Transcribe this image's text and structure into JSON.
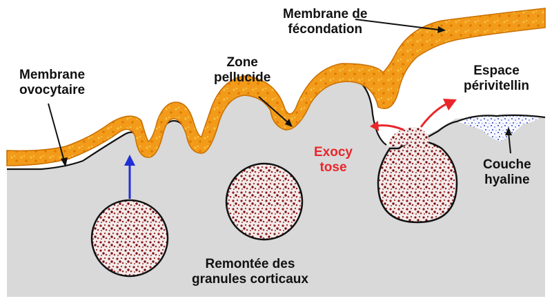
{
  "labels": {
    "membrane_fecondation": [
      "Membrane de",
      "fécondation"
    ],
    "zone_pellucide": [
      "Zone",
      "pellucide"
    ],
    "membrane_ovocytaire": [
      "Membrane",
      "ovocytaire"
    ],
    "espace_perivitellin": [
      "Espace",
      "périvitellin"
    ],
    "exocytose": [
      "Exocy",
      "tose"
    ],
    "couche_hyaline": [
      "Couche",
      "hyaline"
    ],
    "remontee_granules": [
      "Remontée des",
      "granules corticaux"
    ]
  },
  "colors": {
    "cytoplasm": "#d9d9d9",
    "zona_fill": "#f29b1a",
    "zona_edge": "#c96e00",
    "membrane": "#111111",
    "granule_dot": "#8b1a1a",
    "hyaline_dot": "#2a3fbf",
    "arrow_blue": "#1f2fd6",
    "arrow_red": "#e8262b"
  }
}
